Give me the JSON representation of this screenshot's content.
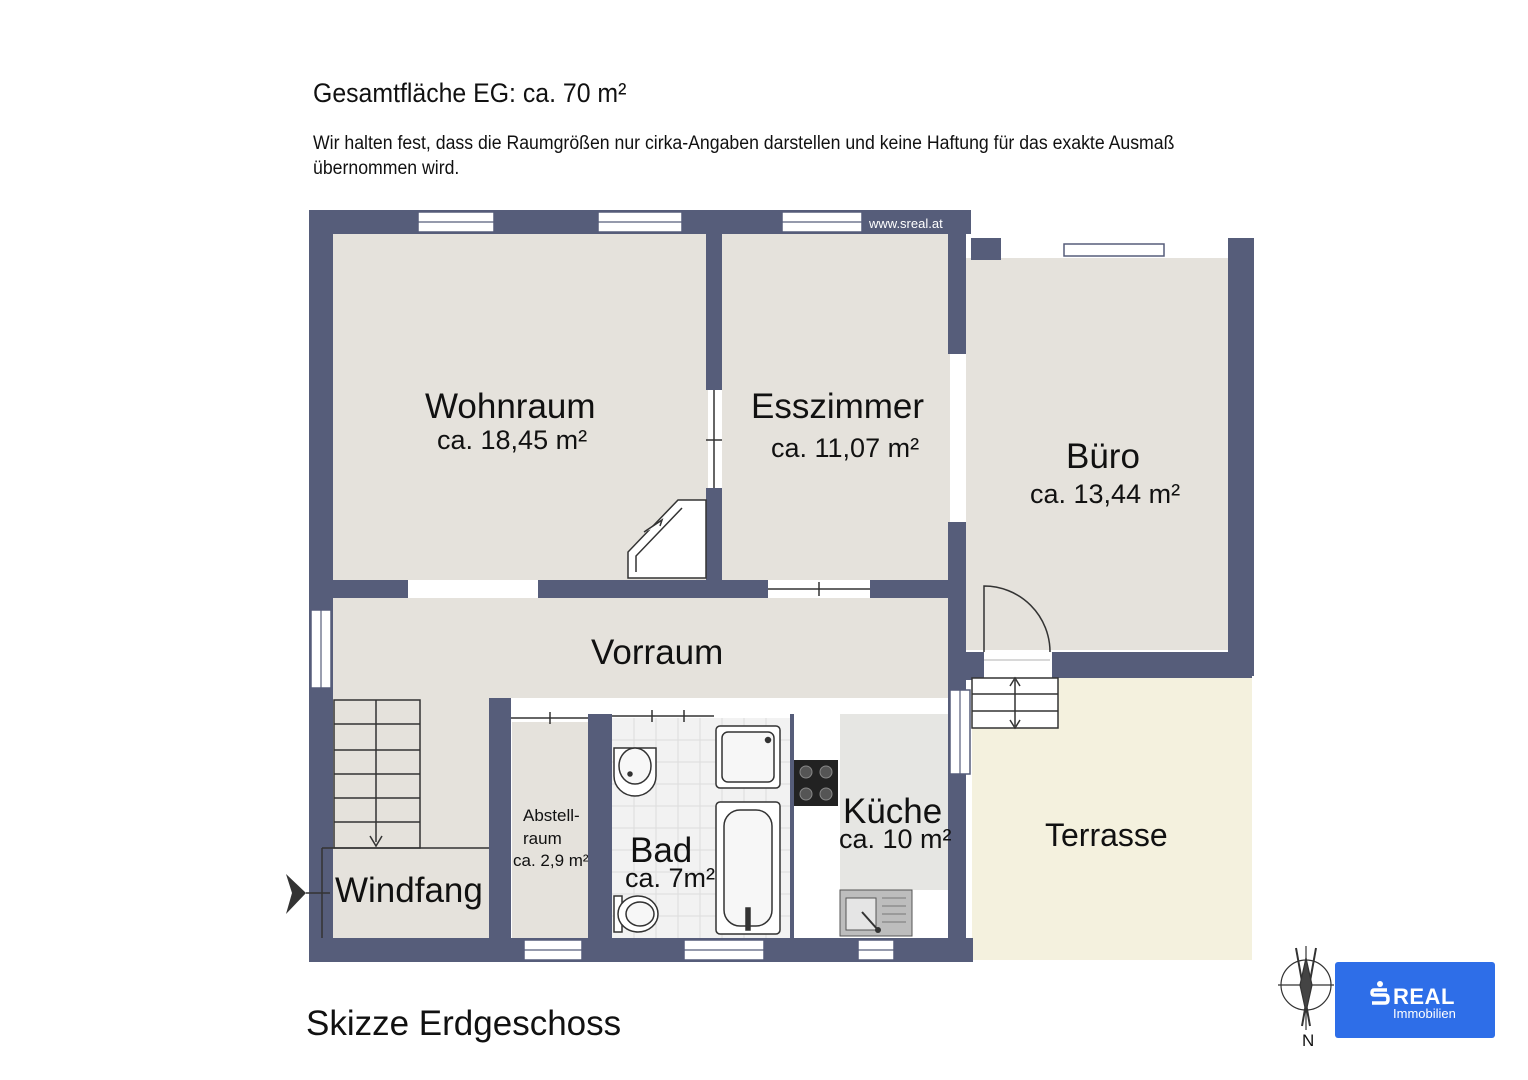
{
  "header": {
    "total_area": "Gesamtfläche EG: ca. 70 m²",
    "disclaimer": "Wir halten fest, dass die Raumgrößen nur cirka-Angaben darstellen und keine Haftung für das exakte Ausmaß übernommen wird."
  },
  "website": "www.sreal.at",
  "rooms": {
    "wohnraum": {
      "name": "Wohnraum",
      "area": "ca. 18,45 m²"
    },
    "esszimmer": {
      "name": "Esszimmer",
      "area": "ca. 11,07 m²"
    },
    "buero": {
      "name": "Büro",
      "area": "ca. 13,44 m²"
    },
    "vorraum": {
      "name": "Vorraum"
    },
    "abstellraum": {
      "name_line1": "Abstell-",
      "name_line2": "raum",
      "area": "ca. 2,9 m²"
    },
    "bad": {
      "name": "Bad",
      "area": "ca. 7m²"
    },
    "kueche": {
      "name": "Küche",
      "area": "ca. 10 m²"
    },
    "terrasse": {
      "name": "Terrasse"
    },
    "windfang": {
      "name": "Windfang"
    }
  },
  "footer": {
    "caption": "Skizze Erdgeschoss"
  },
  "compass": {
    "label": "N"
  },
  "logo": {
    "brand": "REAL",
    "subtitle": "Immobilien"
  },
  "colors": {
    "wall": "#565d7a",
    "floor": "#e5e2dc",
    "terrace": "#f4f1de",
    "logo": "#2e6ee8"
  }
}
